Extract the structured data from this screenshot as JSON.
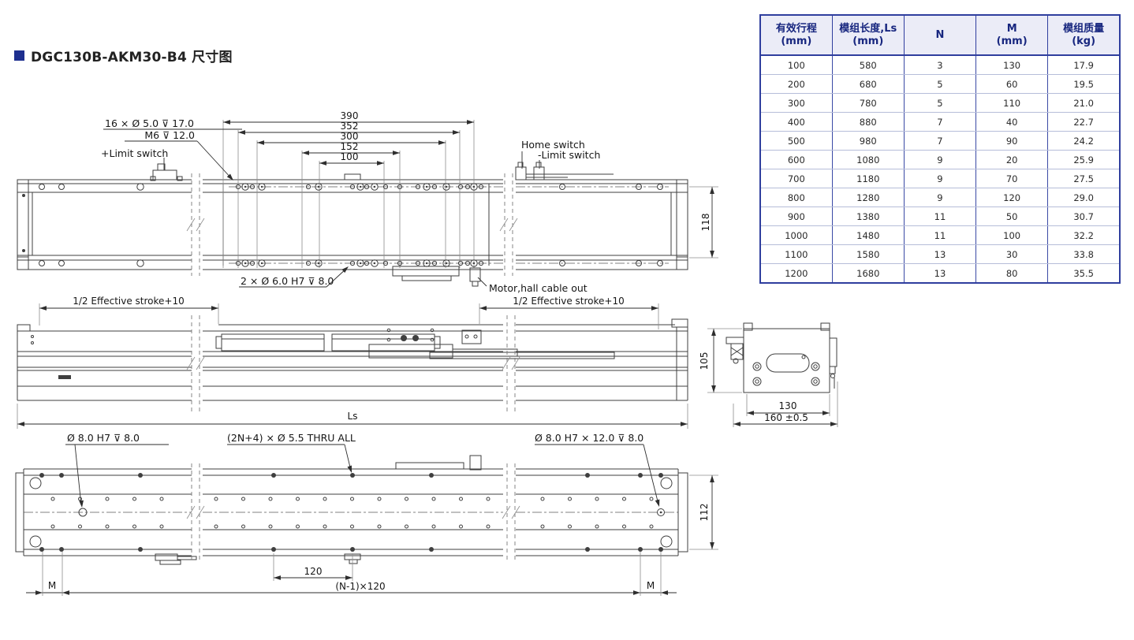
{
  "page": {
    "title": "DGC130B-AKM30-B4 尺寸图"
  },
  "colors": {
    "accent": "#1e2f8f",
    "table_border": "#2f3e9e",
    "table_header_bg": "#ebecf7",
    "table_header_text": "#17267f",
    "drawing_line": "#3f3f3f"
  },
  "table": {
    "headers": [
      {
        "l1": "有效行程",
        "l2": "(mm)"
      },
      {
        "l1": "模组长度,Ls",
        "l2": "(mm)"
      },
      {
        "l1": "N",
        "l2": ""
      },
      {
        "l1": "M",
        "l2": "(mm)"
      },
      {
        "l1": "模组质量",
        "l2": "(kg)"
      }
    ],
    "rows": [
      [
        "100",
        "580",
        "3",
        "130",
        "17.9"
      ],
      [
        "200",
        "680",
        "5",
        "60",
        "19.5"
      ],
      [
        "300",
        "780",
        "5",
        "110",
        "21.0"
      ],
      [
        "400",
        "880",
        "7",
        "40",
        "22.7"
      ],
      [
        "500",
        "980",
        "7",
        "90",
        "24.2"
      ],
      [
        "600",
        "1080",
        "9",
        "20",
        "25.9"
      ],
      [
        "700",
        "1180",
        "9",
        "70",
        "27.5"
      ],
      [
        "800",
        "1280",
        "9",
        "120",
        "29.0"
      ],
      [
        "900",
        "1380",
        "11",
        "50",
        "30.7"
      ],
      [
        "1000",
        "1480",
        "11",
        "100",
        "32.2"
      ],
      [
        "1100",
        "1580",
        "13",
        "30",
        "33.8"
      ],
      [
        "1200",
        "1680",
        "13",
        "80",
        "35.5"
      ]
    ]
  },
  "top_view": {
    "dim_390": "390",
    "dim_352": "352",
    "dim_300": "300",
    "dim_152": "152",
    "dim_100": "100",
    "label_counterbore": "16 × Ø 5.0 ⊽ 17.0",
    "label_m6": "M6 ⊽ 12.0",
    "label_plus_limit": "+Limit switch",
    "label_home": "Home switch",
    "label_minus_limit": "-Limit switch",
    "dim_118": "118",
    "label_dowel": "2 × Ø 6.0 H7 ⊽ 8.0",
    "label_motor_cable": "Motor,hall cable out"
  },
  "front_view": {
    "dim_half_stroke_left": "1/2 Effective stroke+10",
    "dim_half_stroke_right": "1/2 Effective stroke+10",
    "dim_ls": "Ls"
  },
  "side_view": {
    "dim_105": "105",
    "dim_130": "130",
    "dim_160": "160 ±0.5"
  },
  "bottom_view": {
    "label_dowel_left": "Ø 8.0 H7 ⊽ 8.0",
    "label_thru": "(2N+4) × Ø 5.5 THRU ALL",
    "label_dowel_right": "Ø 8.0 H7 × 12.0 ⊽ 8.0",
    "dim_112": "112",
    "dim_120": "120",
    "dim_n120": "(N-1)×120",
    "dim_m_left": "M",
    "dim_m_right": "M"
  }
}
